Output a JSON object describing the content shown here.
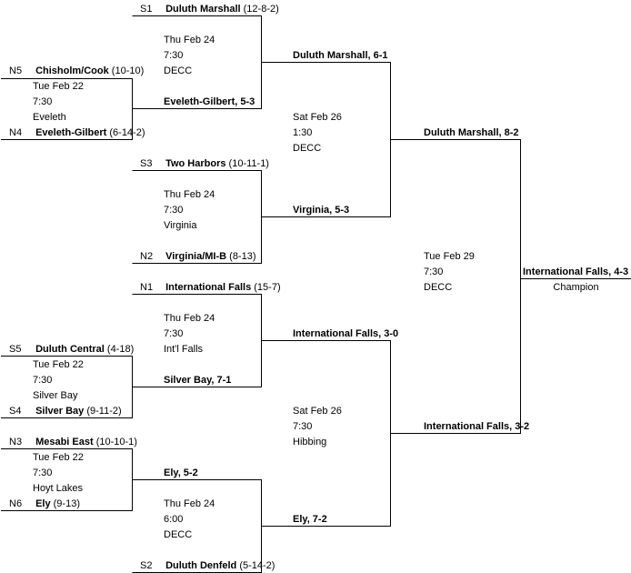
{
  "rounds": {
    "first": [
      {
        "top": {
          "seed": "N5",
          "team": "Chisholm/Cook",
          "record": "(10-10)"
        },
        "bottom": {
          "seed": "N4",
          "team": "Eveleth-Gilbert",
          "record": "(6-14-2)"
        },
        "game": {
          "date": "Tue Feb 22",
          "time": "7:30",
          "site": "Eveleth"
        }
      },
      {
        "top": {
          "seed": "S5",
          "team": "Duluth Central",
          "record": "(4-18)"
        },
        "bottom": {
          "seed": "S4",
          "team": "Silver Bay",
          "record": "(9-11-2)"
        },
        "game": {
          "date": "Tue Feb 22",
          "time": "7:30",
          "site": "Silver Bay"
        }
      },
      {
        "top": {
          "seed": "N3",
          "team": "Mesabi East",
          "record": "(10-10-1)"
        },
        "bottom": {
          "seed": "N6",
          "team": "Ely",
          "record": "(9-13)"
        },
        "game": {
          "date": "Tue Feb 22",
          "time": "7:30",
          "site": "Hoyt Lakes"
        }
      }
    ],
    "quarter": [
      {
        "top": {
          "seed": "S1",
          "team": "Duluth Marshall",
          "record": "(12-8-2)"
        },
        "bottom_result": "Eveleth-Gilbert, 5-3",
        "game": {
          "date": "Thu Feb 24",
          "time": "7:30",
          "site": "DECC"
        }
      },
      {
        "top": {
          "seed": "S3",
          "team": "Two Harbors",
          "record": "(10-11-1)"
        },
        "bottom": {
          "seed": "N2",
          "team": "Virginia/MI-B",
          "record": "(8-13)"
        },
        "game": {
          "date": "Thu Feb 24",
          "time": "7:30",
          "site": "Virginia"
        }
      },
      {
        "top": {
          "seed": "N1",
          "team": "International Falls",
          "record": "(15-7)"
        },
        "bottom_result": "Silver Bay, 7-1",
        "game": {
          "date": "Thu Feb 24",
          "time": "7:30",
          "site": "Int'l Falls"
        }
      },
      {
        "top_result": "Ely, 5-2",
        "bottom": {
          "seed": "S2",
          "team": "Duluth Denfeld",
          "record": "(5-14-2)"
        },
        "game": {
          "date": "Thu Feb 24",
          "time": "6:00",
          "site": "DECC"
        }
      }
    ],
    "semi": [
      {
        "top_result": "Duluth Marshall, 6-1",
        "bottom_result": "Virginia, 5-3",
        "game": {
          "date": "Sat Feb 26",
          "time": "1:30",
          "site": "DECC"
        }
      },
      {
        "top_result": "International Falls, 3-0",
        "bottom_result": "Ely, 7-2",
        "game": {
          "date": "Sat Feb 26",
          "time": "7:30",
          "site": "Hibbing"
        }
      }
    ],
    "final": {
      "top_result": "Duluth Marshall, 8-2",
      "bottom_result": "International Falls, 3-2",
      "game": {
        "date": "Tue Feb 29",
        "time": "7:30",
        "site": "DECC"
      },
      "champion_result": "International Falls, 4-3",
      "champion_label": "Champion"
    }
  }
}
